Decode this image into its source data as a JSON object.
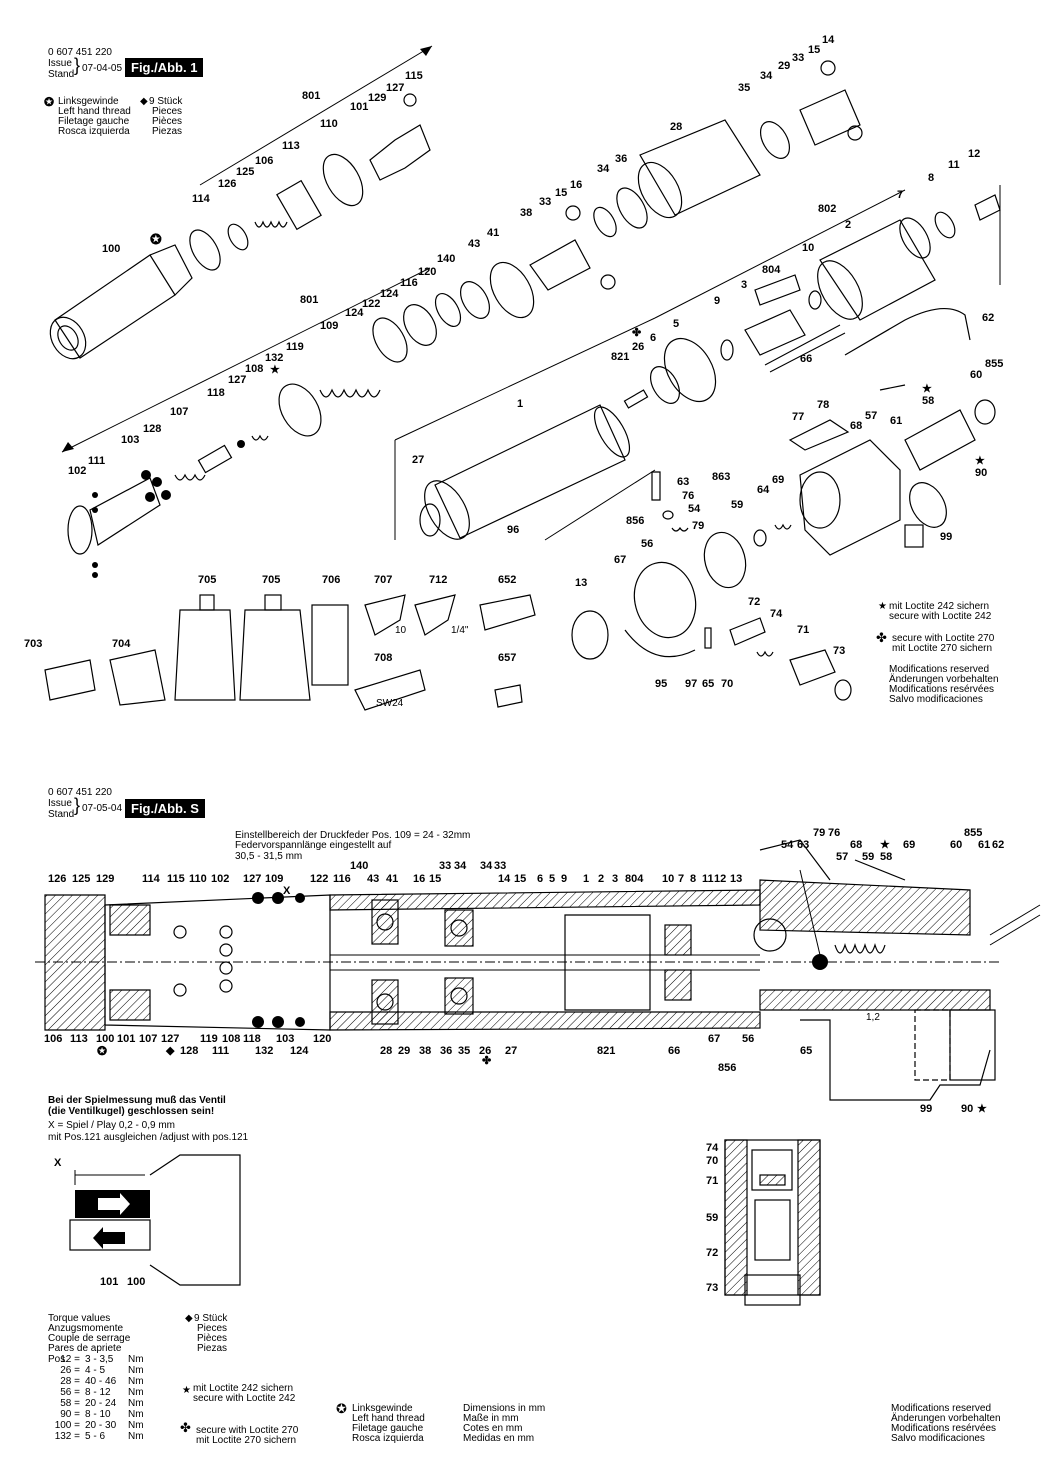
{
  "fig1": {
    "doc_number": "0 607 451 220",
    "issue_label": "Issue",
    "stand_label": "Stand",
    "date": "07-04-05",
    "title": "Fig./Abb. 1"
  },
  "figS": {
    "doc_number": "0 607 451 220",
    "issue_label": "Issue",
    "stand_label": "Stand",
    "date": "07-05-04",
    "title": "Fig./Abb. S"
  },
  "legend_left_hand": [
    "Linksgewinde",
    "Left hand thread",
    "Filetage gauche",
    "Rosca izquierda"
  ],
  "legend_pieces": [
    "9 Stück",
    "Pieces",
    "Pièces",
    "Piezas"
  ],
  "loctite242": [
    "mit Loctite 242 sichern",
    "secure with Loctite 242"
  ],
  "loctite270": [
    "secure with Loctite 270",
    "mit Loctite 270 sichern"
  ],
  "modifications": [
    "Modifications reserved",
    "Änderungen vorbehalten",
    "Modifications resérvées",
    "Salvo modificaciones"
  ],
  "spring_note": [
    "Einstellbereich der Druckfeder Pos. 109 = 24 - 32mm",
    "Federvorspannlänge eingestellt auf",
    "30,5 - 31,5 mm"
  ],
  "play_note": [
    "Bei der Spielmessung muß das Ventil",
    "(die Ventilkugel) geschlossen sein!",
    "X = Spiel / Play 0,2 - 0,9 mm",
    "mit Pos.121 ausgleichen /adjust with pos.121"
  ],
  "torque": {
    "title": [
      "Torque values",
      "Anzugsmomente",
      "Couple de serrage",
      "Pares de apriete"
    ],
    "prefix": "Pos.",
    "rows": [
      {
        "pos": "12",
        "range": "3 - 3,5",
        "unit": "Nm"
      },
      {
        "pos": "26",
        "range": "4 - 5",
        "unit": "Nm"
      },
      {
        "pos": "28",
        "range": "40 - 46",
        "unit": "Nm"
      },
      {
        "pos": "56",
        "range": "8 - 12",
        "unit": "Nm"
      },
      {
        "pos": "58",
        "range": "20 - 24",
        "unit": "Nm"
      },
      {
        "pos": "90",
        "range": "8 - 10",
        "unit": "Nm"
      },
      {
        "pos": "100",
        "range": "20 - 30",
        "unit": "Nm"
      },
      {
        "pos": "132",
        "range": "5 - 6",
        "unit": "Nm"
      }
    ]
  },
  "dimensions": [
    "Dimensions in mm",
    "Maße in mm",
    "Cotes en mm",
    "Medidas en mm"
  ],
  "misc": {
    "sw24": "SW24",
    "size10": "10",
    "size14": "1/4\"",
    "x": "X",
    "tol": "1,2"
  },
  "symbols": {
    "star": "★",
    "clover": "✤",
    "diamond": "◆",
    "lh": "✪"
  },
  "part_labels_fig1": [
    "14",
    "15",
    "33",
    "29",
    "34",
    "35",
    "115",
    "127",
    "129",
    "801",
    "101",
    "110",
    "113",
    "106",
    "125",
    "126",
    "114",
    "100",
    "28",
    "36",
    "34",
    "38",
    "33",
    "15",
    "16",
    "12",
    "11",
    "8",
    "7",
    "2",
    "802",
    "10",
    "804",
    "3",
    "9",
    "5",
    "6",
    "26",
    "821",
    "62",
    "66",
    "855",
    "60",
    "58",
    "57",
    "61",
    "68",
    "78",
    "77",
    "90",
    "99",
    "43",
    "41",
    "140",
    "120",
    "116",
    "124",
    "122",
    "801",
    "109",
    "124",
    "119",
    "132",
    "108",
    "127",
    "118",
    "107",
    "128",
    "103",
    "111",
    "102",
    "1",
    "27",
    "96",
    "863",
    "63",
    "76",
    "54",
    "79",
    "59",
    "64",
    "69",
    "856",
    "56",
    "67",
    "13",
    "72",
    "74",
    "71",
    "73",
    "95",
    "97",
    "65",
    "70",
    "705",
    "705",
    "706",
    "707",
    "712",
    "652",
    "703",
    "704",
    "708",
    "657"
  ],
  "part_labels_figS": [
    "126",
    "125",
    "129",
    "114",
    "115",
    "110",
    "102",
    "127",
    "109",
    "122",
    "116",
    "140",
    "43",
    "41",
    "16",
    "15",
    "33",
    "34",
    "34",
    "33",
    "14",
    "15",
    "6",
    "5",
    "9",
    "1",
    "2",
    "3",
    "804",
    "10",
    "7",
    "8",
    "11",
    "12",
    "13",
    "54",
    "63",
    "79",
    "76",
    "57",
    "68",
    "59",
    "58",
    "69",
    "855",
    "60",
    "61",
    "62",
    "106",
    "113",
    "100",
    "101",
    "107",
    "127",
    "128",
    "119",
    "108",
    "118",
    "111",
    "132",
    "103",
    "124",
    "120",
    "28",
    "29",
    "38",
    "36",
    "35",
    "26",
    "27",
    "821",
    "66",
    "67",
    "56",
    "856",
    "65",
    "99",
    "90",
    "101",
    "100",
    "74",
    "70",
    "71",
    "59",
    "72",
    "73"
  ]
}
